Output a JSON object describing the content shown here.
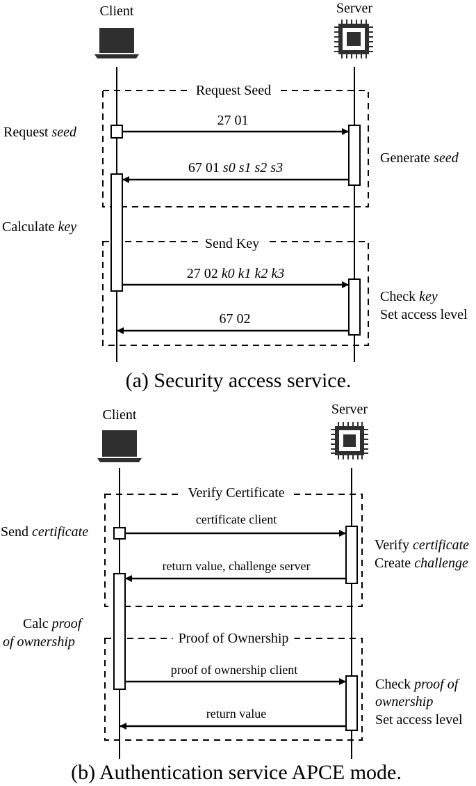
{
  "diagram_a": {
    "client_label": "Client",
    "server_label": "Server",
    "frame1_title": "Request Seed",
    "frame2_title": "Send Key",
    "msg1": "27 01",
    "msg2_plain": "67 01 ",
    "msg2_italic": "s0 s1 s2 s3",
    "msg3_plain": "27 02 ",
    "msg3_italic": "k0 k1 k2 k3",
    "msg4": "67 02",
    "left_note1_plain": "Request ",
    "left_note1_italic": "seed",
    "left_note2_plain": "Calculate ",
    "left_note2_italic": "key",
    "right_note1_plain": "Generate ",
    "right_note1_italic": "seed",
    "right_note2_plain": "Check ",
    "right_note2_italic": "key",
    "right_note3": "Set access level",
    "caption": "(a) Security access service."
  },
  "diagram_b": {
    "client_label": "Client",
    "server_label": "Server",
    "frame1_title": "Verify Certificate",
    "frame2_title": "Proof of Ownership",
    "msg1": "certificate client",
    "msg2": "return value,  challenge server",
    "msg3": "proof of ownership client",
    "msg4": "return value",
    "left_note1_plain": "Send ",
    "left_note1_italic": "certificate",
    "left_note2_plain": "Calc ",
    "left_note2_italic": "proof",
    "left_note3_italic": "of ownership",
    "right_note1_plain": "Verify ",
    "right_note1_italic": "certificate",
    "right_note2_plain": "Create ",
    "right_note2_italic": "challenge",
    "right_note3_plain": "Check ",
    "right_note3_italic": "proof of",
    "right_note4_italic": "ownership",
    "right_note5": "Set access level",
    "caption": "(b) Authentication service APCE mode."
  }
}
